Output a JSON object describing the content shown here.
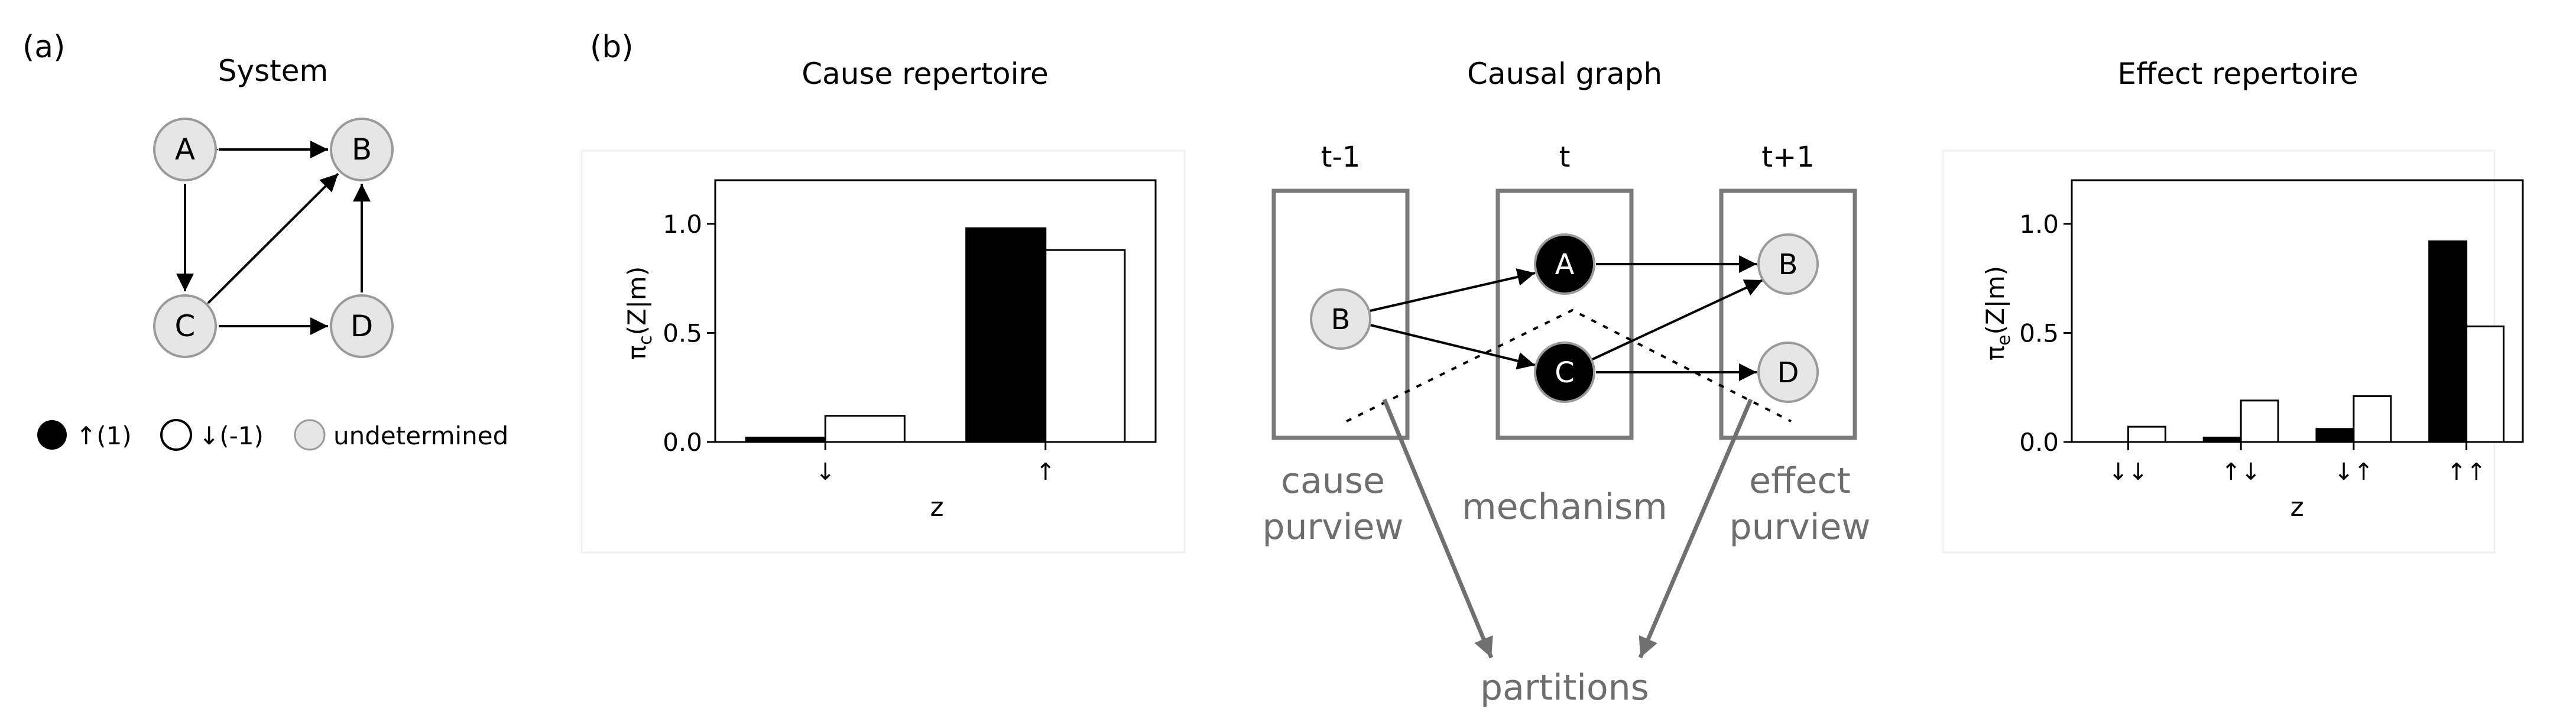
{
  "panel_a": {
    "label": "(a)",
    "title": "System",
    "nodes": {
      "A": "A",
      "B": "B",
      "C": "C",
      "D": "D"
    },
    "legend": {
      "up": "↑(1)",
      "down": "↓(-1)",
      "undetermined": "undetermined"
    }
  },
  "panel_b": {
    "label": "(b)",
    "graph": {
      "title": "Causal graph",
      "columns": {
        "t_minus_1": "t-1",
        "t": "t",
        "t_plus_1": "t+1"
      },
      "nodes": {
        "b_prev": "B",
        "a_now": "A",
        "c_now": "C",
        "b_next": "B",
        "d_next": "D"
      },
      "labels": {
        "cause_purview_1": "cause",
        "cause_purview_2": "purview",
        "mechanism": "mechanism",
        "effect_purview_1": "effect",
        "effect_purview_2": "purview",
        "partitions": "partitions"
      }
    }
  },
  "colors": {
    "node_fill": "#e6e6e6",
    "node_stroke": "#9a9a9a",
    "mechanism_fill": "#000000",
    "box_stroke": "#7a7a7a",
    "annotation_gray": "#6e6e6e"
  },
  "chart_data": [
    {
      "type": "bar",
      "title": "Cause repertoire",
      "xlabel": "z",
      "ylabel": "π_c(Z|m)",
      "categories": [
        "↓",
        "↑"
      ],
      "series": [
        {
          "values": [
            0.02,
            0.98
          ],
          "color": "#000000"
        },
        {
          "values": [
            0.12,
            0.88
          ],
          "color": "#ffffff"
        }
      ],
      "ylim": [
        0,
        1.2
      ],
      "yticks": [
        0.0,
        0.5,
        1.0
      ],
      "ytick_labels": [
        "0.0",
        "0.5",
        "1.0"
      ],
      "grid": false
    },
    {
      "type": "bar",
      "title": "Effect repertoire",
      "xlabel": "z",
      "ylabel": "π_e(Z|m)",
      "categories": [
        "↓↓",
        "↑↓",
        "↓↑",
        "↑↑"
      ],
      "series": [
        {
          "values": [
            0.0,
            0.02,
            0.06,
            0.92
          ],
          "color": "#000000"
        },
        {
          "values": [
            0.07,
            0.19,
            0.21,
            0.53
          ],
          "color": "#ffffff"
        }
      ],
      "ylim": [
        0,
        1.2
      ],
      "yticks": [
        0.0,
        0.5,
        1.0
      ],
      "ytick_labels": [
        "0.0",
        "0.5",
        "1.0"
      ],
      "grid": false
    }
  ]
}
